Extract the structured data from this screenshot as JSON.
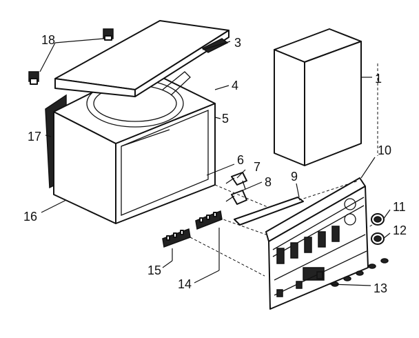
{
  "diagram": {
    "labels": {
      "p1": "1",
      "p3": "3",
      "p4": "4",
      "p5": "5",
      "p6": "6",
      "p7": "7",
      "p8": "8",
      "p9": "9",
      "p10": "10",
      "p11": "11",
      "p12": "12",
      "p13": "13",
      "p14": "14",
      "p15": "15",
      "p16": "16",
      "p17": "17",
      "p18": "18"
    }
  }
}
